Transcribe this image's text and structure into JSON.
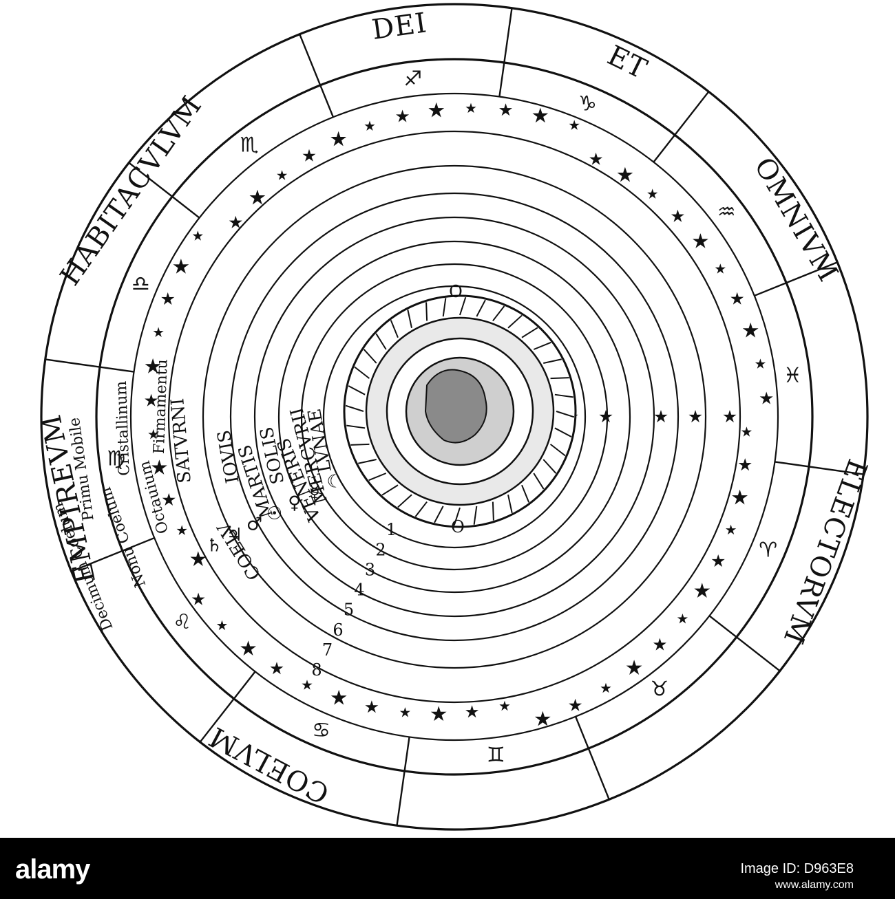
{
  "outer_inscription": {
    "segments": [
      "COELVM",
      "EMPIREVM",
      "HABITACVLVM",
      "DEI",
      "ET",
      "OMNIVM",
      "ELECTORVM"
    ]
  },
  "sphere_labels": [
    "Decimum Coelum",
    "Primu Mobile",
    "Nonu Coelum",
    "Cristallinum",
    "Octauium",
    "Firmamentu",
    "SATVRNI",
    "COELV",
    "IOVIS",
    "MARTIS",
    "SOLIS",
    "VENERIS",
    "MERCVRII",
    "LVNAE"
  ],
  "sphere_numbers": [
    "1",
    "2",
    "3",
    "4",
    "5",
    "6",
    "7",
    "8"
  ],
  "zodiac_glyphs": [
    "♈",
    "♉",
    "♊",
    "♋",
    "♌",
    "♍",
    "♎",
    "♏",
    "♐",
    "♑",
    "♒",
    "♓"
  ],
  "planet_glyphs": [
    "♄",
    "♃",
    "♂",
    "☉",
    "♀",
    "☿",
    "☾"
  ],
  "center_marks": [
    "O",
    "O"
  ],
  "watermark": {
    "logo": "alamy",
    "image_id": "Image ID: D963E8",
    "url": "www.alamy.com"
  }
}
